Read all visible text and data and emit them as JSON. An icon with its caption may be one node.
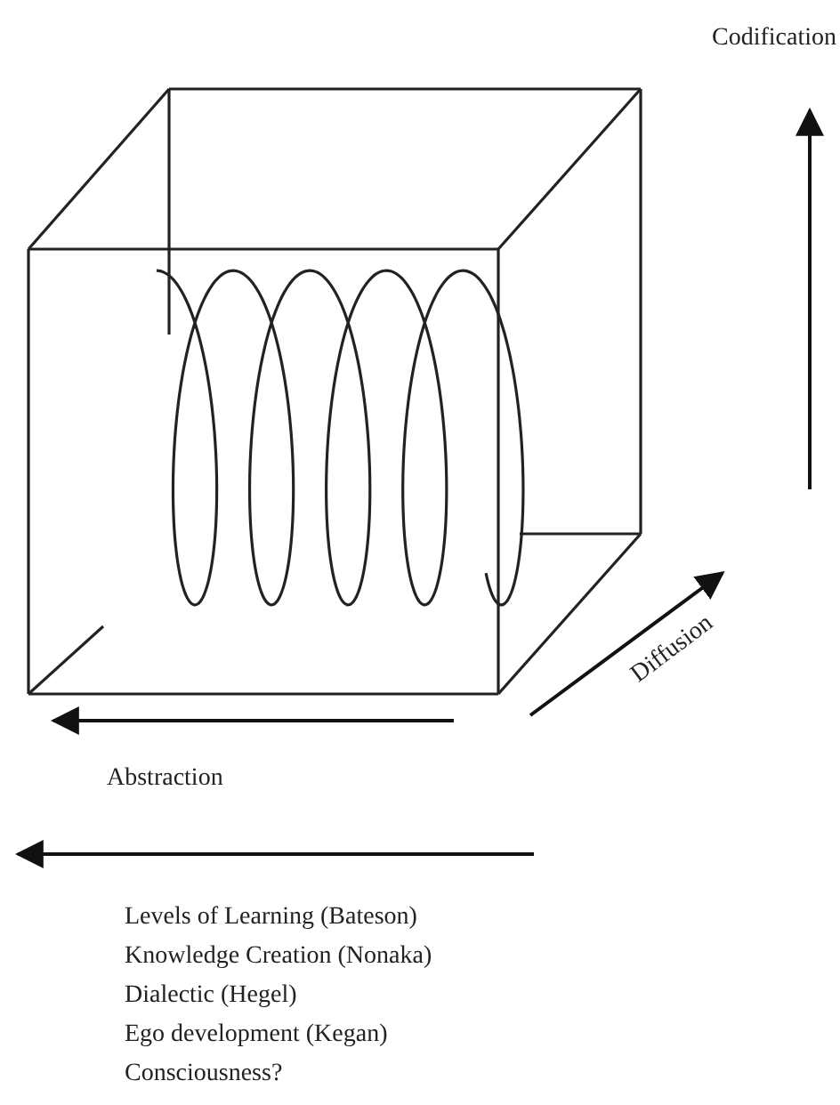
{
  "diagram": {
    "labels": [
      "Codification",
      "Diffusion",
      "Abstraction",
      "Levels of Learning (Bateson)",
      "Knowledge Creation (Nonaka)",
      "Dialectic (Hegel)",
      "Ego development (Kegan)",
      "Consciousness?"
    ]
  }
}
